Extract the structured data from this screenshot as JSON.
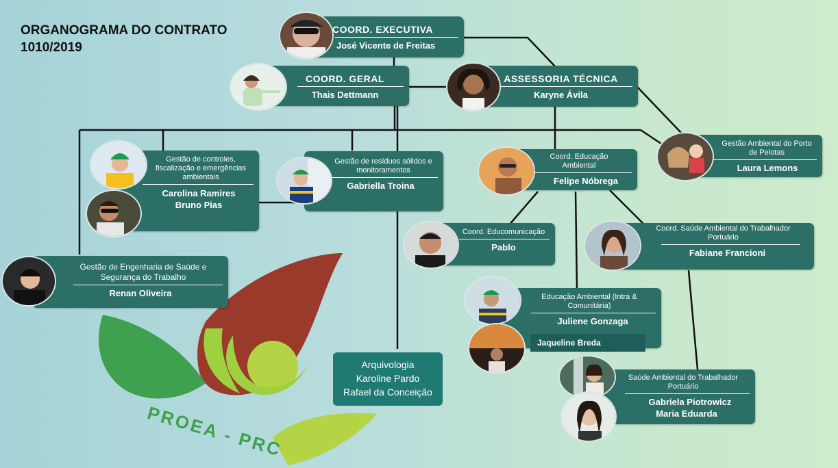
{
  "title_line1": "ORGANOGRAMA DO CONTRATO",
  "title_line2": "1010/2019",
  "boxes": {
    "coord_exec": {
      "title": "COORD. EXECUTIVA",
      "name": "José Vicente de Freitas"
    },
    "coord_geral": {
      "title": "COORD. GERAL",
      "name": "Thais  Dettmann"
    },
    "assessoria": {
      "title": "ASSESSORIA TÉCNICA",
      "name": "Karyne Ávila"
    },
    "gestao_porto": {
      "title": "Gestão Ambiental do Porto de Pelotas",
      "name": "Laura Lemons"
    },
    "gestao_controles": {
      "title": "Gestão de controles, fiscalização e emergências ambientais",
      "name1": "Carolina Ramires",
      "name2": "Bruno Pias"
    },
    "gestao_residuos": {
      "title": "Gestão de resíduos sólidos e monitoramentos",
      "name": "Gabriella Troina"
    },
    "coord_edu": {
      "title": "Coord. Educação Ambiental",
      "name": "Felipe Nóbrega"
    },
    "educom": {
      "title": "Coord. Educomunicação",
      "name": "Pablo"
    },
    "saude_coord": {
      "title": "Coord. Saúde Ambiental do Trabalhador Portuário",
      "name": "Fabiane Francioni"
    },
    "eng_saude": {
      "title": "Gestão de Engenharia de Saúde e Segurança do Trabalho",
      "name": "Renan Oliveira"
    },
    "edu_intra": {
      "title": "Educação Ambiental (Intra & Comunitária)",
      "name": "Juliene Gonzaga"
    },
    "saude_port": {
      "title": "Saúde Ambiental do Trabalhador Portuário",
      "name1": "Gabriela Piotrowicz",
      "name2": "Maria Eduarda"
    }
  },
  "arquivologia": {
    "line1": "Arquivologia",
    "line2": "Karoline Pardo",
    "line3": "Rafael da Conceição"
  },
  "jaqueline": "Jaqueline Breda",
  "logo_text": "PROEA - PRC",
  "colors": {
    "box": "#2c6f66",
    "background_left": "#a6d3d9",
    "background_right": "#cdeccb",
    "leaf_red": "#9a3a2a",
    "leaf_green": "#3fa04f",
    "leaf_lime": "#b5d445"
  }
}
